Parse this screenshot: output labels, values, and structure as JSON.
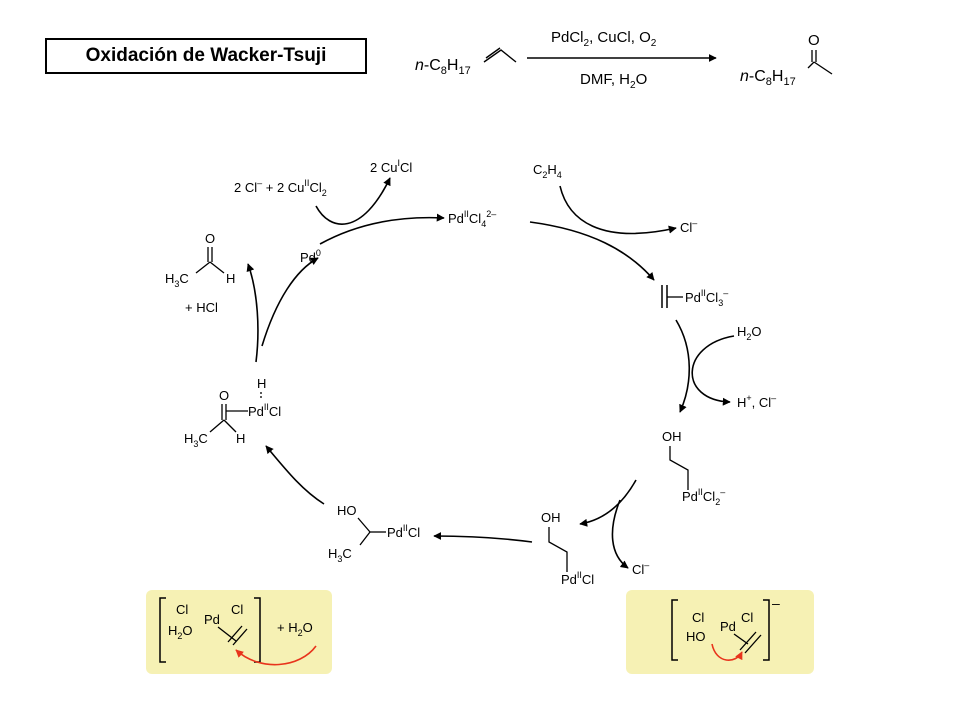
{
  "title": "Oxidación de Wacker-Tsuji",
  "colors": {
    "highlight": "#f6f1b4",
    "curly_arrow": "#e8341c",
    "ink": "#000000"
  },
  "reaction": {
    "reactant_prefix": "n",
    "reactant_formula": [
      "-C",
      "8",
      "H",
      "17"
    ],
    "conditions_top": [
      "PdCl",
      "2",
      ", CuCl, O",
      "2"
    ],
    "conditions_bottom": [
      "DMF, H",
      "2",
      "O"
    ],
    "product_prefix": "n",
    "product_formula": [
      "-C",
      "8",
      "H",
      "17"
    ],
    "product_oxygen": "O"
  },
  "cycle": {
    "cucl2_reagent": [
      "2 Cl",
      "–",
      " + 2 Cu",
      "II",
      "Cl",
      "2"
    ],
    "cucl_product": [
      "2 Cu",
      "I",
      "Cl"
    ],
    "pdcl4": [
      "Pd",
      "II",
      "Cl",
      "4",
      "2–"
    ],
    "ethylene": [
      "C",
      "2",
      "H",
      "4"
    ],
    "chloride_1": [
      "Cl",
      "–"
    ],
    "pi_complex": [
      "Pd",
      "II",
      "Cl",
      "3",
      "–"
    ],
    "water": [
      "H",
      "2",
      "O"
    ],
    "h_cl": [
      "H",
      "+",
      ", Cl",
      "–"
    ],
    "hydroxy_pd_oh": "OH",
    "hydroxy_pd_pd": [
      "Pd",
      "II",
      "Cl",
      "2",
      "–"
    ],
    "neutral_oh": "OH",
    "neutral_pd": [
      "Pd",
      "II",
      "Cl"
    ],
    "chloride_2": [
      "Cl",
      "–"
    ],
    "branched_ho": "HO",
    "branched_pd": [
      "Pd",
      "II",
      "Cl"
    ],
    "branched_h3c": [
      "H",
      "3",
      "C"
    ],
    "hydride_h": "H",
    "hydride_o": "O",
    "hydride_pd": [
      "Pd",
      "II",
      "Cl"
    ],
    "hydride_h3c": [
      "H",
      "3",
      "C"
    ],
    "hydride_h2": "H",
    "aldehyde_o": "O",
    "aldehyde_h3c": [
      "H",
      "3",
      "C"
    ],
    "aldehyde_h": "H",
    "hcl": "+ HCl",
    "pd0": [
      "Pd",
      "0"
    ]
  },
  "box_left": {
    "cl1": "Cl",
    "pd": "Pd",
    "cl2": "Cl",
    "h2o": [
      "H",
      "2",
      "O"
    ],
    "plus_water": [
      "+ H",
      "2",
      "O"
    ]
  },
  "box_right": {
    "cl1": "Cl",
    "pd": "Pd",
    "cl2": "Cl",
    "ho": "HO",
    "charge": "–"
  }
}
